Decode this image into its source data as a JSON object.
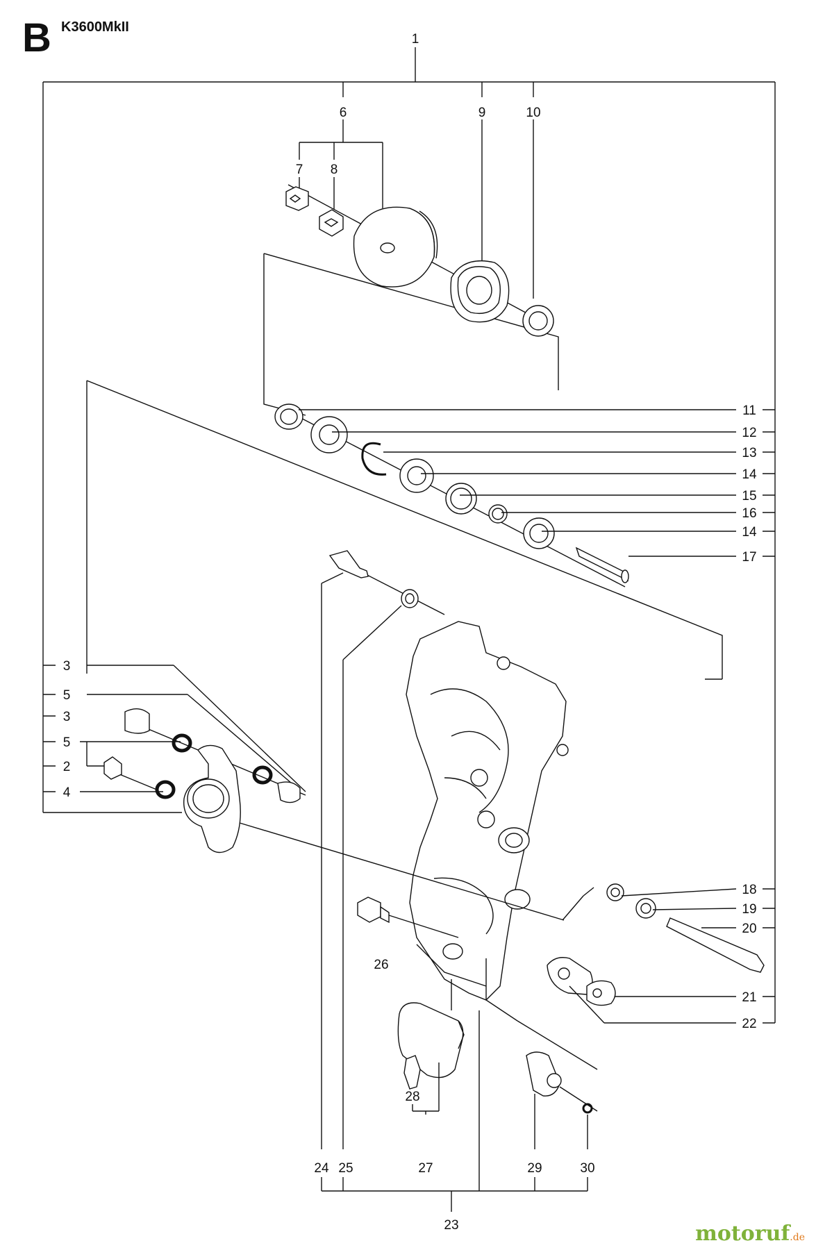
{
  "header": {
    "section_letter": "B",
    "model": "K3600MkII"
  },
  "watermark": {
    "brand": "motoruf",
    "tld": ".de"
  },
  "callouts": {
    "n1": "1",
    "n2": "2",
    "n3a": "3",
    "n3b": "3",
    "n4": "4",
    "n5a": "5",
    "n5b": "5",
    "n6": "6",
    "n7": "7",
    "n8": "8",
    "n9": "9",
    "n10": "10",
    "n11": "11",
    "n12": "12",
    "n13": "13",
    "n14a": "14",
    "n14b": "14",
    "n15": "15",
    "n16": "16",
    "n17": "17",
    "n18": "18",
    "n19": "19",
    "n20": "20",
    "n21": "21",
    "n22": "22",
    "n23": "23",
    "n24": "24",
    "n25": "25",
    "n26": "26",
    "n27": "27",
    "n28": "28",
    "n29": "29",
    "n30": "30"
  },
  "colors": {
    "line": "#111111",
    "brand_green": "#7fb23a",
    "brand_orange": "#e07a1c"
  }
}
